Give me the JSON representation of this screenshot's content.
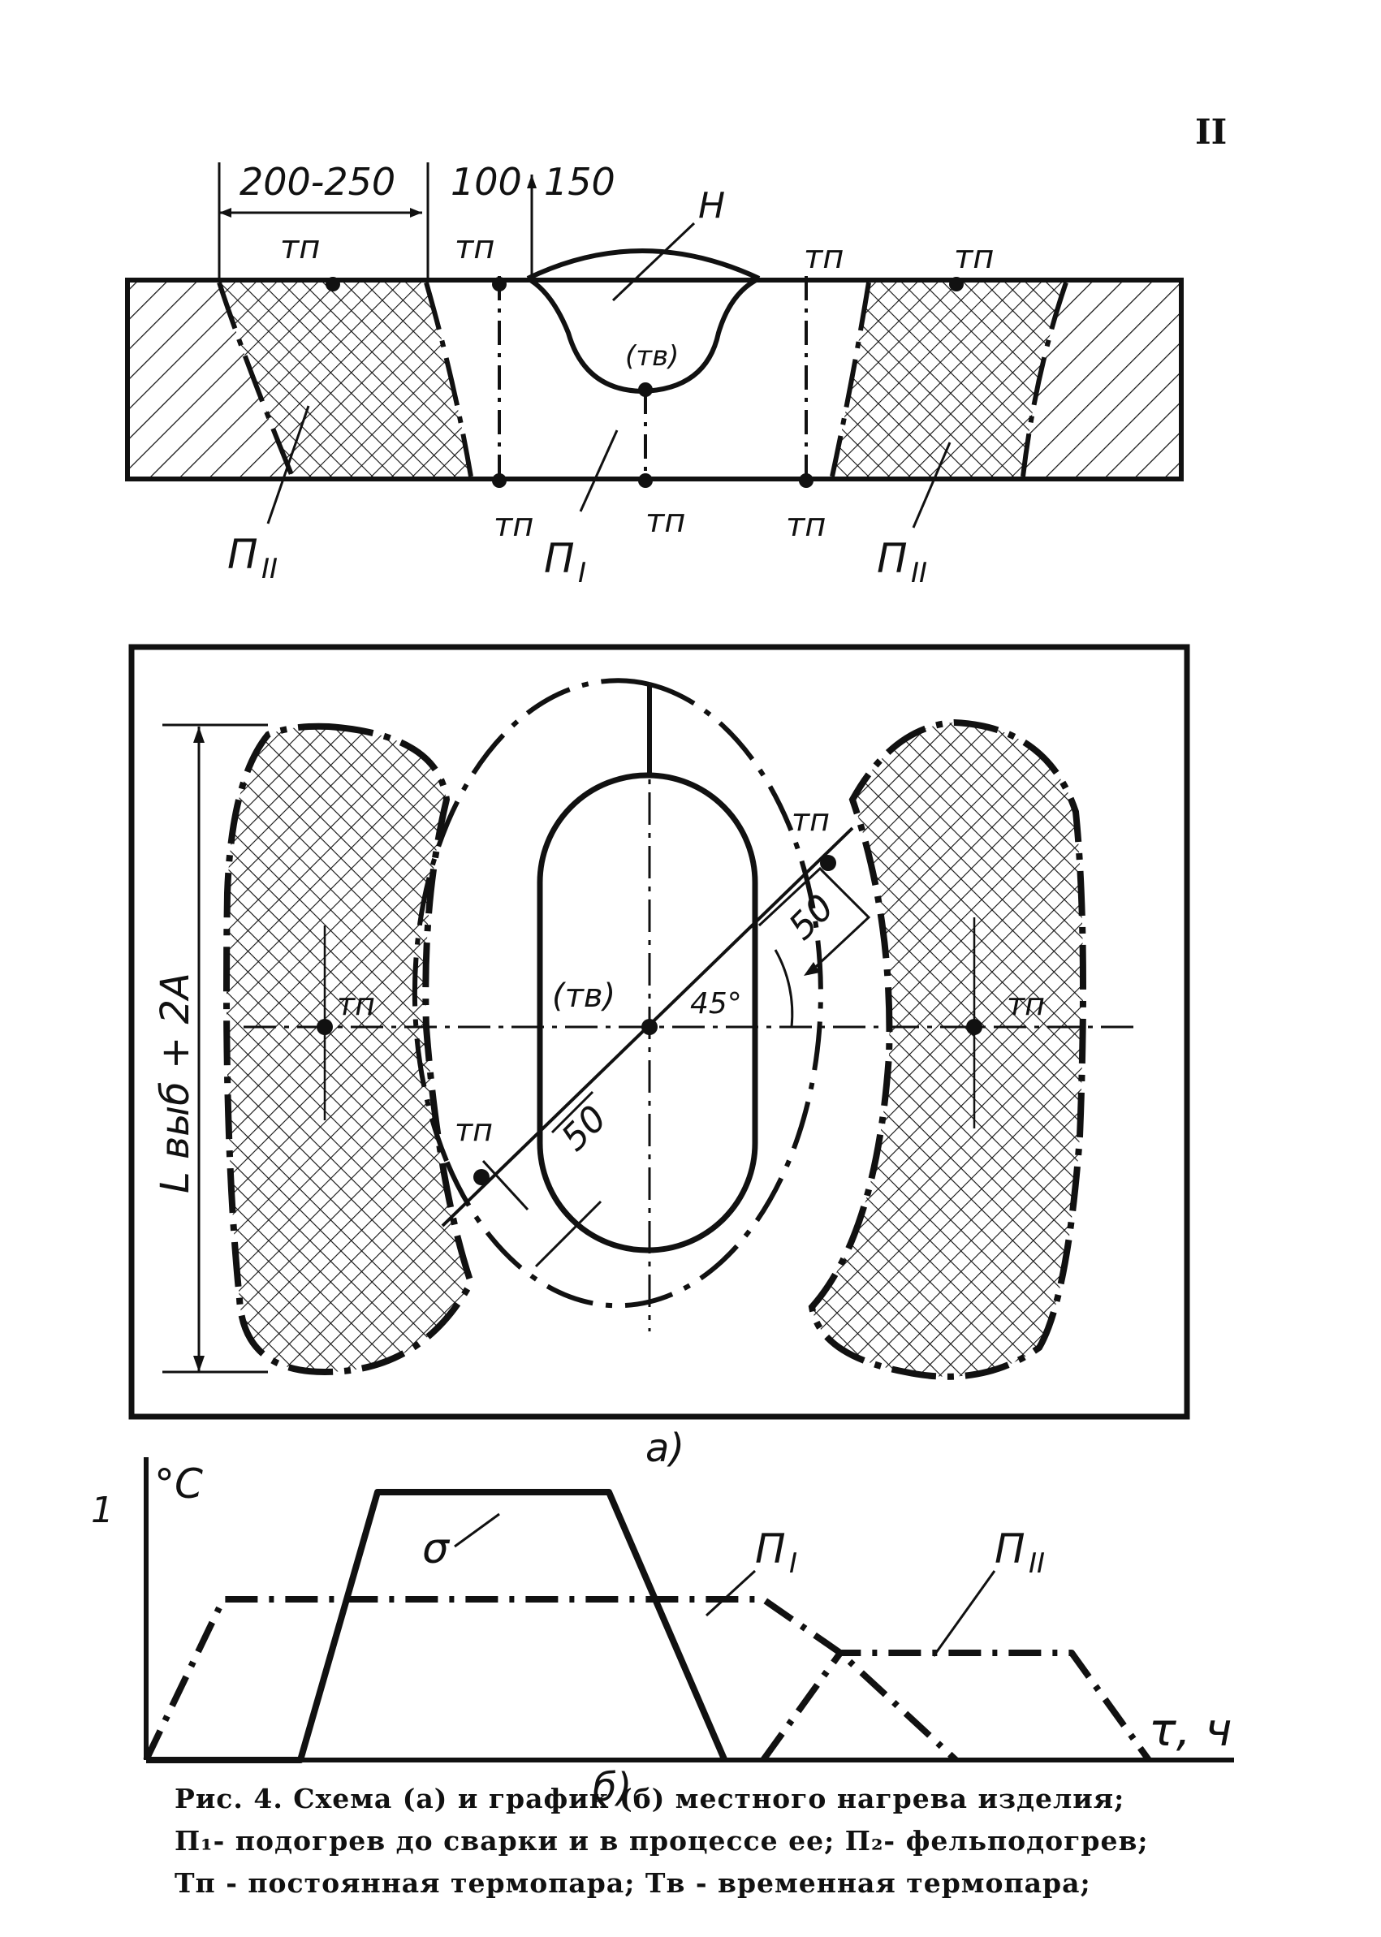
{
  "page_number": "II",
  "section_top": {
    "dimensions": {
      "d1": "200-250",
      "d2": "100",
      "d3": "150"
    },
    "labels": {
      "tp": "тп",
      "H": "Н",
      "tv": "(тв)",
      "p1": "П",
      "p1_sub": "I",
      "p2": "П",
      "p2_sub": "II"
    }
  },
  "plan": {
    "dim_vertical": "L выб + 2А",
    "dim_50": "50",
    "angle": "45°",
    "tv": "(тв)",
    "tp": "тп",
    "label_a": "а)"
  },
  "graph": {
    "y_tick": "1",
    "y_unit": "°С",
    "x_unit": "τ, ч",
    "curve_sigma": "σ",
    "curve_p1": "П",
    "curve_p1_sub": "I",
    "curve_p2": "П",
    "curve_p2_sub": "II",
    "label_b": "б)"
  },
  "chart_data": {
    "type": "line",
    "ylabel": "°С",
    "xlabel": "τ, ч",
    "series": [
      {
        "name": "σ",
        "points": [
          [
            0,
            0
          ],
          [
            2,
            0
          ],
          [
            3,
            1.0
          ],
          [
            6,
            1.0
          ],
          [
            7.5,
            0
          ]
        ]
      },
      {
        "name": "ПI",
        "points": [
          [
            0,
            0
          ],
          [
            1,
            0.6
          ],
          [
            8,
            0.6
          ],
          [
            9,
            0.4
          ],
          [
            10.5,
            0
          ]
        ]
      },
      {
        "name": "ПII",
        "points": [
          [
            8,
            0
          ],
          [
            9,
            0.4
          ],
          [
            12,
            0.4
          ],
          [
            13,
            0
          ]
        ]
      }
    ]
  },
  "caption": {
    "line1": "Рис. 4. Схема (а) и график (б) местного нагрева изделия;",
    "line2": "П₁- подогрев до сварки и в процессе ее; П₂- фельподогрев;",
    "line3": "Тп - постоянная термопара; Тв - временная термопара;"
  }
}
